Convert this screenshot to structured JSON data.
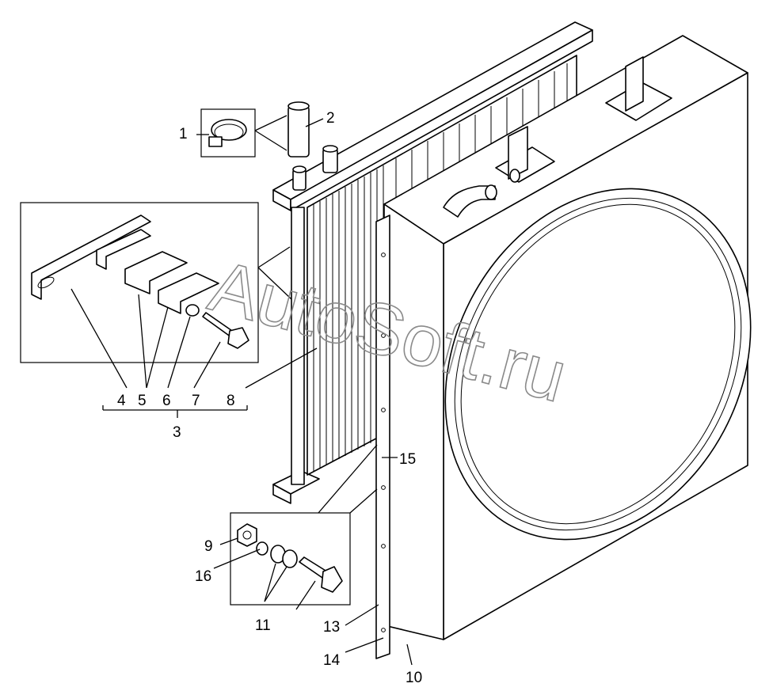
{
  "labels": {
    "l1": "1",
    "l2": "2",
    "l3": "3",
    "l4": "4",
    "l5": "5",
    "l6": "6",
    "l7": "7",
    "l8": "8",
    "l9": "9",
    "l10": "10",
    "l11": "11",
    "l13": "13",
    "l14": "14",
    "l15": "15",
    "l16": "16"
  },
  "watermark": "AutoSoft.ru"
}
